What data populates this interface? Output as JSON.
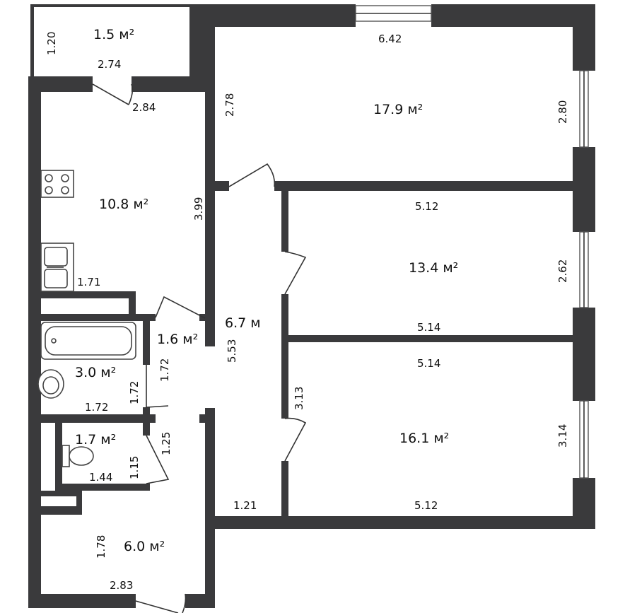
{
  "plan": {
    "areas": {
      "balcony": "1.5 м²",
      "living": "17.9 м²",
      "kitchen": "10.8 м²",
      "bedroom1": "13.4 м²",
      "hall": "6.7 м",
      "closet": "1.6 м²",
      "bath": "3.0 м²",
      "wc": "1.7 м²",
      "bedroom2": "16.1 м²",
      "entry": "6.0 м²"
    },
    "dimensions": {
      "balcony_h": "1.20",
      "balcony_w": "2.74",
      "kitchen_top": "2.84",
      "living_w": "6.42",
      "living_left": "2.78",
      "living_right": "2.80",
      "kitchen_h": "3.99",
      "kitchen_sink": "1.71",
      "bed1_top": "5.12",
      "bed1_right": "2.62",
      "bed1_bottom": "5.14",
      "bed2_top": "5.14",
      "bed2_left": "3.13",
      "bed2_right": "3.14",
      "bed2_bottom": "5.12",
      "hall_h": "5.53",
      "hall_w": "1.21",
      "closet_h": "1.72",
      "bath_h": "1.72",
      "bath_w": "1.72",
      "wc_h1": "1.15",
      "wc_h2": "1.25",
      "wc_w": "1.44",
      "entry_h": "1.78",
      "entry_w": "2.83"
    }
  }
}
